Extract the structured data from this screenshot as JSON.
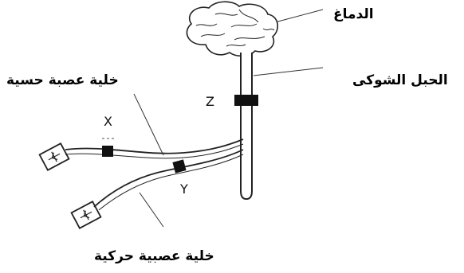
{
  "labels": {
    "brain": "الدماغ",
    "spinal_cord": "الحبل الشوكى",
    "sensory_neuron": "خلية عصبة حسية",
    "motor_neuron": "خلية عصبية حركية"
  },
  "points": {
    "x": "X",
    "y": "Y",
    "z": "Z"
  },
  "colors": {
    "line": "#222222",
    "block": "#111111"
  }
}
